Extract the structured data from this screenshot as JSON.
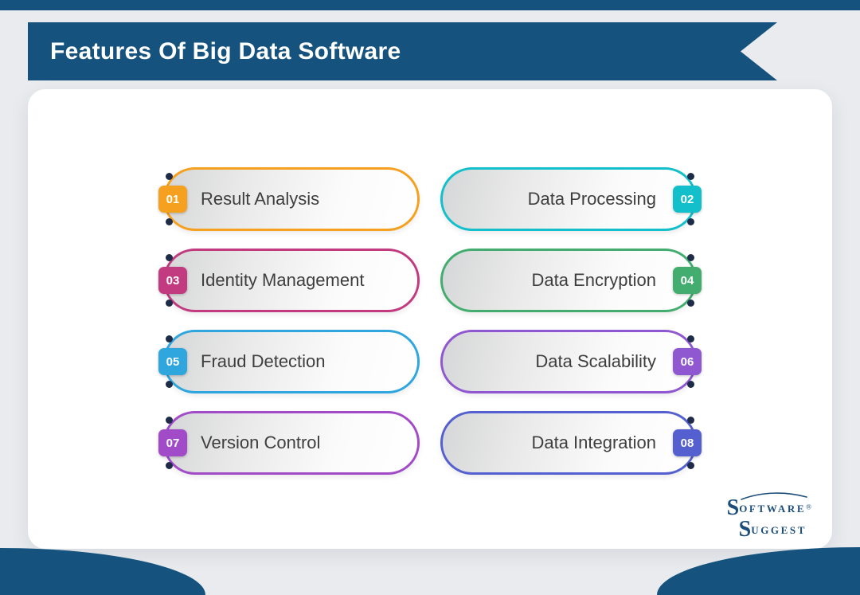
{
  "page": {
    "background": "#e9ebee",
    "accent_navy": "#15527d"
  },
  "header": {
    "title": "Features Of Big Data Software"
  },
  "features": [
    {
      "number": "01",
      "label": "Result Analysis",
      "color": "#F5A01E",
      "side": "left"
    },
    {
      "number": "02",
      "label": "Data Processing",
      "color": "#12BFCB",
      "side": "right"
    },
    {
      "number": "03",
      "label": "Identity Management",
      "color": "#C23A7F",
      "side": "left"
    },
    {
      "number": "04",
      "label": "Data Encryption",
      "color": "#43AD6F",
      "side": "right"
    },
    {
      "number": "05",
      "label": "Fraud Detection",
      "color": "#2FA6DD",
      "side": "left"
    },
    {
      "number": "06",
      "label": "Data Scalability",
      "color": "#8F58D0",
      "side": "right"
    },
    {
      "number": "07",
      "label": "Version Control",
      "color": "#A14BC9",
      "side": "left"
    },
    {
      "number": "08",
      "label": "Data Integration",
      "color": "#5560D0",
      "side": "right"
    }
  ],
  "logo": {
    "cap1": "S",
    "rest1": "oftware",
    "registered": "®",
    "cap2": "S",
    "rest2": "uggest"
  }
}
